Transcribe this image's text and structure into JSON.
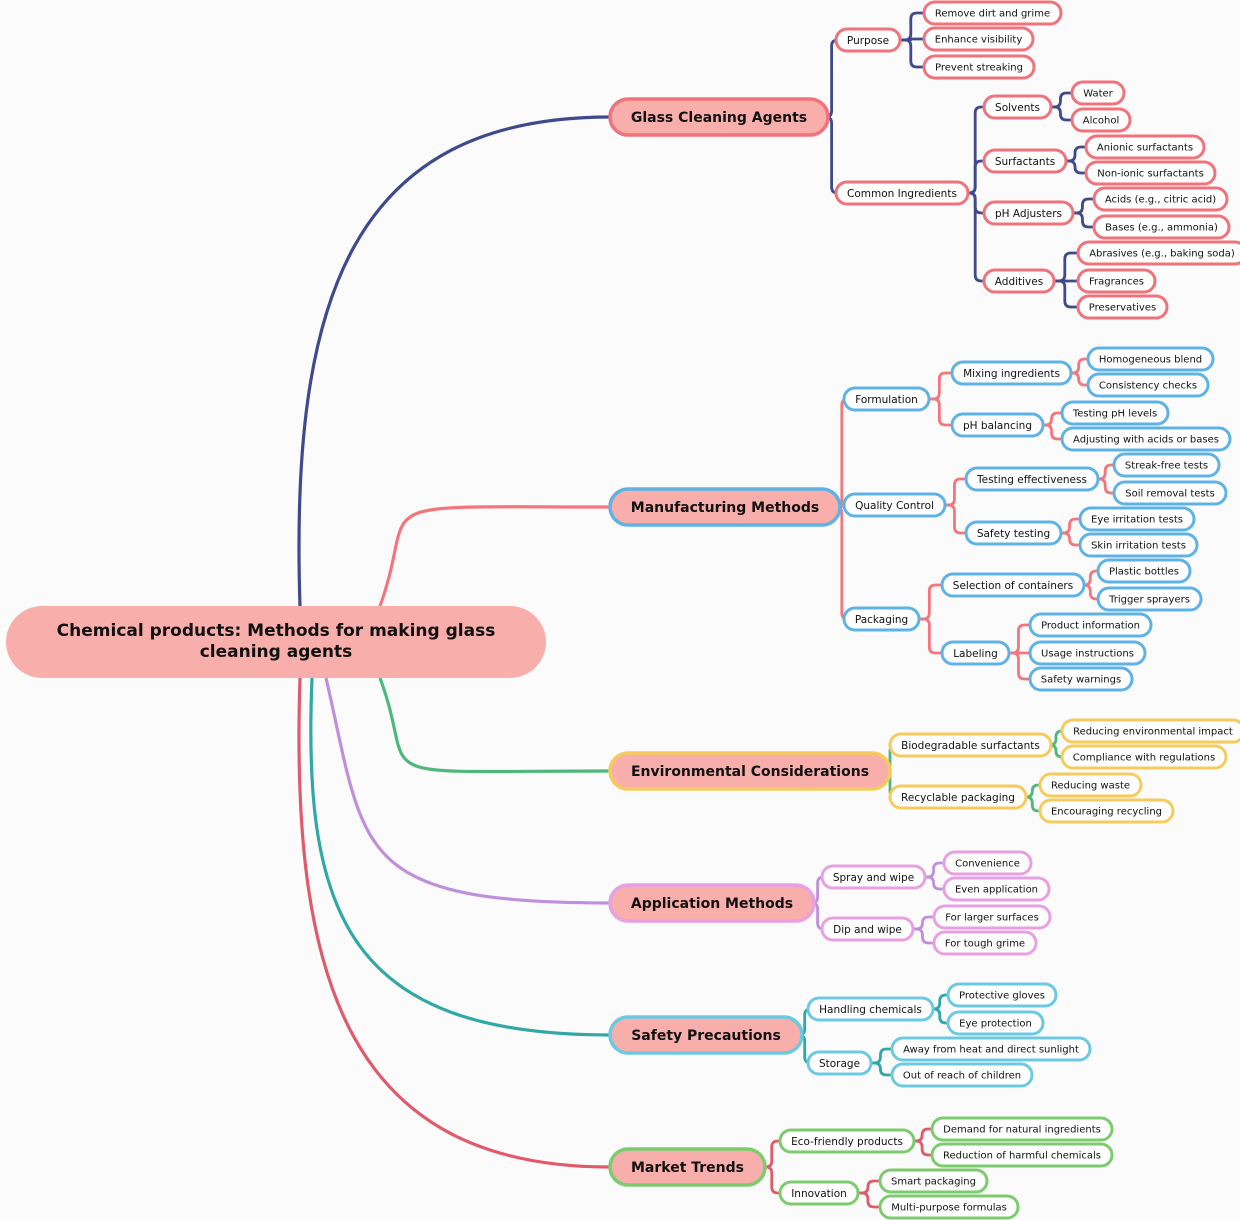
{
  "root": {
    "title": "Chemical products: Methods for making glass cleaning agents"
  },
  "branches": [
    {
      "label": "Glass Cleaning Agents",
      "line_color": "#3f4a8c",
      "fill": "#f8aeab",
      "border": "#f0727a",
      "node_border": "#f0727a",
      "children": [
        {
          "label": "Purpose",
          "children": [
            {
              "label": "Remove dirt and grime"
            },
            {
              "label": "Enhance visibility"
            },
            {
              "label": "Prevent streaking"
            }
          ]
        },
        {
          "label": "Common Ingredients",
          "children": [
            {
              "label": "Solvents",
              "children": [
                {
                  "label": "Water"
                },
                {
                  "label": "Alcohol"
                }
              ]
            },
            {
              "label": "Surfactants",
              "children": [
                {
                  "label": "Anionic surfactants"
                },
                {
                  "label": "Non-ionic surfactants"
                }
              ]
            },
            {
              "label": "pH Adjusters",
              "children": [
                {
                  "label": "Acids (e.g., citric acid)"
                },
                {
                  "label": "Bases (e.g., ammonia)"
                }
              ]
            },
            {
              "label": "Additives",
              "children": [
                {
                  "label": "Abrasives (e.g., baking soda)"
                },
                {
                  "label": "Fragrances"
                },
                {
                  "label": "Preservatives"
                }
              ]
            }
          ]
        }
      ]
    },
    {
      "label": "Manufacturing Methods",
      "line_color": "#f3767c",
      "fill": "#f8aeab",
      "border": "#5fb2e6",
      "node_border": "#5fb2e6",
      "children": [
        {
          "label": "Formulation",
          "children": [
            {
              "label": "Mixing ingredients",
              "children": [
                {
                  "label": "Homogeneous blend"
                },
                {
                  "label": "Consistency checks"
                }
              ]
            },
            {
              "label": "pH balancing",
              "children": [
                {
                  "label": "Testing pH levels"
                },
                {
                  "label": "Adjusting with acids or bases"
                }
              ]
            }
          ]
        },
        {
          "label": "Quality Control",
          "children": [
            {
              "label": "Testing effectiveness",
              "children": [
                {
                  "label": "Streak-free tests"
                },
                {
                  "label": "Soil removal tests"
                }
              ]
            },
            {
              "label": "Safety testing",
              "children": [
                {
                  "label": "Eye irritation tests"
                },
                {
                  "label": "Skin irritation tests"
                }
              ]
            }
          ]
        },
        {
          "label": "Packaging",
          "children": [
            {
              "label": "Selection of containers",
              "children": [
                {
                  "label": "Plastic bottles"
                },
                {
                  "label": "Trigger sprayers"
                }
              ]
            },
            {
              "label": "Labeling",
              "children": [
                {
                  "label": "Product information"
                },
                {
                  "label": "Usage instructions"
                },
                {
                  "label": "Safety warnings"
                }
              ]
            }
          ]
        }
      ]
    },
    {
      "label": "Environmental Considerations",
      "line_color": "#4cb97a",
      "fill": "#f8aeab",
      "border": "#f6cb5c",
      "node_border": "#f6cb5c",
      "children": [
        {
          "label": "Biodegradable surfactants",
          "children": [
            {
              "label": "Reducing environmental impact"
            },
            {
              "label": "Compliance with regulations"
            }
          ]
        },
        {
          "label": "Recyclable packaging",
          "children": [
            {
              "label": "Reducing waste"
            },
            {
              "label": "Encouraging recycling"
            }
          ]
        }
      ]
    },
    {
      "label": "Application Methods",
      "line_color": "#bf8fdc",
      "fill": "#f8aeab",
      "border": "#e9a0e2",
      "node_border": "#e9a0e2",
      "children": [
        {
          "label": "Spray and wipe",
          "children": [
            {
              "label": "Convenience"
            },
            {
              "label": "Even application"
            }
          ]
        },
        {
          "label": "Dip and wipe",
          "children": [
            {
              "label": "For larger surfaces"
            },
            {
              "label": "For tough grime"
            }
          ]
        }
      ]
    },
    {
      "label": "Safety Precautions",
      "line_color": "#2fa8a6",
      "fill": "#f8aeab",
      "border": "#6cc9e2",
      "node_border": "#6cc9e2",
      "children": [
        {
          "label": "Handling chemicals",
          "children": [
            {
              "label": "Protective gloves"
            },
            {
              "label": "Eye protection"
            }
          ]
        },
        {
          "label": "Storage",
          "children": [
            {
              "label": "Away from heat and direct sunlight"
            },
            {
              "label": "Out of reach of children"
            }
          ]
        }
      ]
    },
    {
      "label": "Market Trends",
      "line_color": "#e05a6a",
      "fill": "#f8aeab",
      "border": "#7ccb6e",
      "node_border": "#7ccb6e",
      "children": [
        {
          "label": "Eco-friendly products",
          "children": [
            {
              "label": "Demand for natural ingredients"
            },
            {
              "label": "Reduction of harmful chemicals"
            }
          ]
        },
        {
          "label": "Innovation",
          "children": [
            {
              "label": "Smart packaging"
            },
            {
              "label": "Multi-purpose formulas"
            }
          ]
        }
      ]
    }
  ]
}
